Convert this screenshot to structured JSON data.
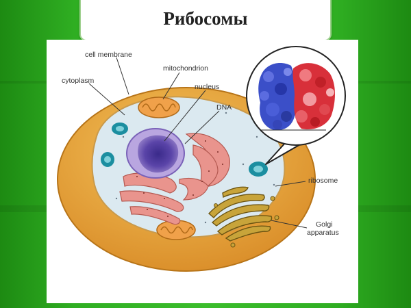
{
  "slide": {
    "title": "Рибосомы",
    "colors": {
      "background": "#2fae22",
      "title_text": "#222222"
    }
  },
  "diagram": {
    "labels": {
      "cell_membrane": "cell membrane",
      "cytoplasm": "cytoplasm",
      "mitochondrion": "mitochondrion",
      "nucleus": "nucleus",
      "dna": "DNA",
      "ribosome": "ribosome",
      "golgi_line1": "Golgi",
      "golgi_line2": "apparatus"
    },
    "colors": {
      "membrane": "#e7a437",
      "cytoplasm": "#dbe9f0",
      "nucleus": "#8e78c4",
      "er": "#e9948d",
      "mitochondrion": "#f0a14a",
      "golgi": "#c8a43a",
      "ribosome_blue": "#3b4fc8",
      "ribosome_red": "#d8303a"
    }
  }
}
